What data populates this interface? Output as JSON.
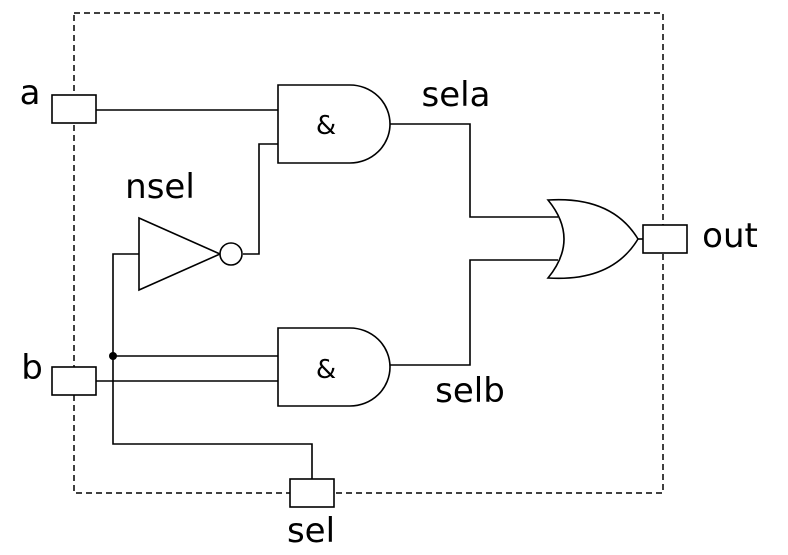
{
  "labels": {
    "a": "a",
    "b": "b",
    "sel": "sel",
    "out": "out",
    "nsel": "nsel",
    "sela": "sela",
    "selb": "selb"
  },
  "gates": {
    "and1_symbol": "&",
    "and2_symbol": "&"
  }
}
